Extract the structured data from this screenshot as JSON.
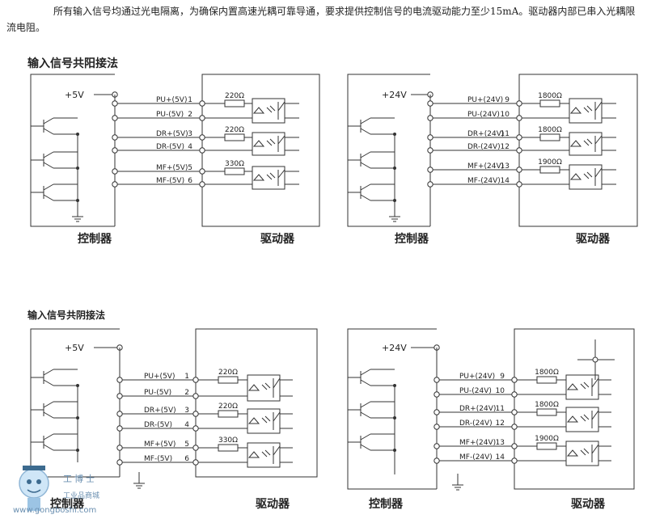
{
  "intro": "所有输入信号均通过光电隔离，为确保内置高速光耦可靠导通，要求提供控制信号的电流驱动能力至少15mA。驱动器内部已串入光耦限流电阻。",
  "sections": [
    {
      "title": "输入信号共阳接法"
    },
    {
      "title": "输入信号共阴接法"
    }
  ],
  "diagrams": [
    {
      "supply": "+5V",
      "controller": "控制器",
      "driver": "驱动器",
      "pins": [
        {
          "label": "PU+(5V)",
          "num": "1"
        },
        {
          "label": "PU-(5V)",
          "num": "2"
        },
        {
          "label": "DR+(5V)",
          "num": "3"
        },
        {
          "label": "DR-(5V)",
          "num": "4"
        },
        {
          "label": "MF+(5V)",
          "num": "5"
        },
        {
          "label": "MF-(5V)",
          "num": "6"
        }
      ],
      "resistors": [
        "220Ω",
        "220Ω",
        "330Ω"
      ]
    },
    {
      "supply": "+24V",
      "controller": "控制器",
      "driver": "驱动器",
      "pins": [
        {
          "label": "PU+(24V)",
          "num": "9"
        },
        {
          "label": "PU-(24V)",
          "num": "10"
        },
        {
          "label": "DR+(24V)",
          "num": "11"
        },
        {
          "label": "DR-(24V)",
          "num": "12"
        },
        {
          "label": "MF+(24V)",
          "num": "13"
        },
        {
          "label": "MF-(24V)",
          "num": "14"
        }
      ],
      "resistors": [
        "1800Ω",
        "1800Ω",
        "1900Ω"
      ]
    },
    {
      "supply": "+5V",
      "controller": "控制器",
      "driver": "驱动器",
      "pins": [
        {
          "label": "PU+(5V)",
          "num": "1"
        },
        {
          "label": "PU-(5V)",
          "num": "2"
        },
        {
          "label": "DR+(5V)",
          "num": "3"
        },
        {
          "label": "DR-(5V)",
          "num": "4"
        },
        {
          "label": "MF+(5V)",
          "num": "5"
        },
        {
          "label": "MF-(5V)",
          "num": "6"
        }
      ],
      "resistors": [
        "220Ω",
        "220Ω",
        "330Ω"
      ]
    },
    {
      "supply": "+24V",
      "controller": "控制器",
      "driver": "驱动器",
      "pins": [
        {
          "label": "PU+(24V)",
          "num": "9"
        },
        {
          "label": "PU-(24V)",
          "num": "10"
        },
        {
          "label": "DR+(24V)",
          "num": "11"
        },
        {
          "label": "DR-(24V)",
          "num": "12"
        },
        {
          "label": "MF+(24V)",
          "num": "13"
        },
        {
          "label": "MF-(24V)",
          "num": "14"
        }
      ],
      "resistors": [
        "1800Ω",
        "1800Ω",
        "1900Ω"
      ]
    }
  ],
  "watermark": {
    "brand": "工博士",
    "tagline": "工业品商城",
    "url": "www.gongboshi.com"
  }
}
